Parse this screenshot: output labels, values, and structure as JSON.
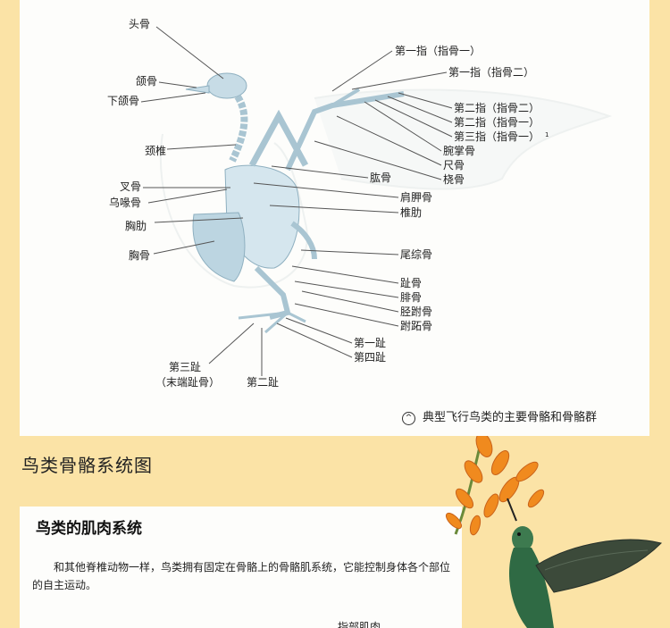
{
  "diagram": {
    "labels_left": [
      "头骨",
      "颌骨",
      "下颌骨",
      "颈椎",
      "叉骨",
      "乌喙骨",
      "胸肋",
      "胸骨"
    ],
    "labels_right": [
      "第一指（指骨一）",
      "第一指（指骨二）",
      "第二指（指骨二）",
      "第二指（指骨一）",
      "第三指（指骨一）",
      "腕掌骨",
      "尺骨",
      "桡骨",
      "肱骨",
      "肩胛骨",
      "椎肋",
      "尾综骨",
      "趾骨",
      "腓骨",
      "胫跗骨",
      "跗跖骨",
      "第一趾",
      "第四趾"
    ],
    "labels_bottom": [
      "第三趾",
      "（末端趾骨）",
      "第二趾"
    ],
    "footnote_mark": "1",
    "caption_icon": "^",
    "caption": "典型飞行鸟类的主要骨骼和骨骼群",
    "colors": {
      "bone": "#c7dce6",
      "bone_stroke": "#8fb0c0",
      "leader": "#555555",
      "page_bg": "#fbe3a6"
    }
  },
  "section_title": "鸟类骨骼系统图",
  "muscle_card": {
    "title": "鸟类的肌肉系统",
    "paragraph": "和其他脊椎动物一样，鸟类拥有固定在骨骼上的骨骼肌系统，它能控制身体各个部位的自主运动。",
    "cut_label": "指部肌肉"
  },
  "illustration": {
    "subject": "hummingbird-and-flowers",
    "colors": {
      "flower": "#f08a1e",
      "bird": "#2f6a44"
    }
  }
}
